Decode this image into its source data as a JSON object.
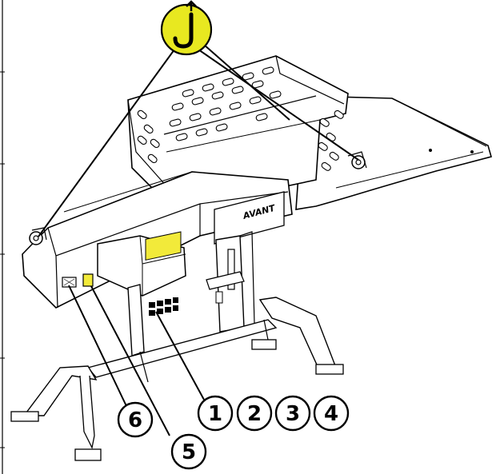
{
  "diagram": {
    "subject": "machine assembly line drawing with lifting point marker",
    "lifting_symbol": {
      "icon": "lifting-hook-icon",
      "color": "#e8e820"
    },
    "callouts": [
      {
        "id": "c1",
        "label": "1"
      },
      {
        "id": "c2",
        "label": "2"
      },
      {
        "id": "c3",
        "label": "3"
      },
      {
        "id": "c4",
        "label": "4"
      },
      {
        "id": "c5",
        "label": "5"
      },
      {
        "id": "c6",
        "label": "6"
      }
    ],
    "logo_text": "AVANT"
  }
}
